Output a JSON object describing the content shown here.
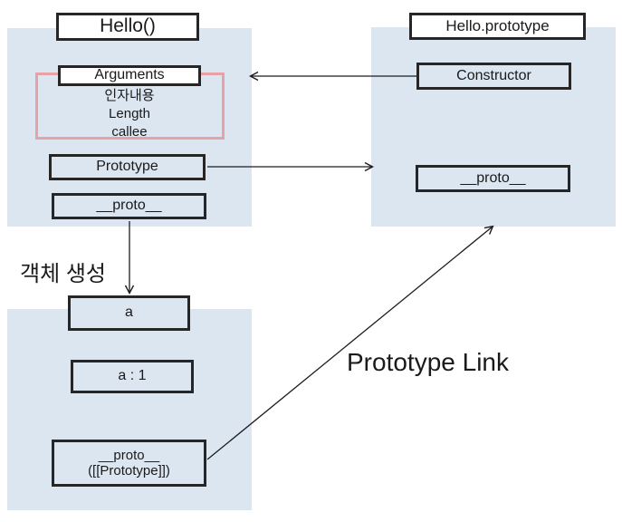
{
  "colors": {
    "container_fill": "#dce6f1",
    "box_border": "#262626",
    "white_fill": "#ffffff",
    "pink_border": "#e7a2a8",
    "line_color": "#1c1c1c",
    "text_color": "#1a1a1a"
  },
  "function_object": {
    "title": "Hello()",
    "arguments_label": "Arguments",
    "arguments_items": [
      "인자내용",
      "Length",
      "callee"
    ],
    "prototype_label": "Prototype",
    "proto_label": "__proto__"
  },
  "prototype_object": {
    "title": "Hello.prototype",
    "constructor_label": "Constructor",
    "proto_label": "__proto__"
  },
  "instance_object": {
    "title": "a",
    "property_label": "a : 1",
    "proto_label": "__proto__",
    "proto_sublabel": "([[Prototype]])"
  },
  "labels": {
    "object_creation": "객체 생성",
    "prototype_link": "Prototype Link"
  }
}
